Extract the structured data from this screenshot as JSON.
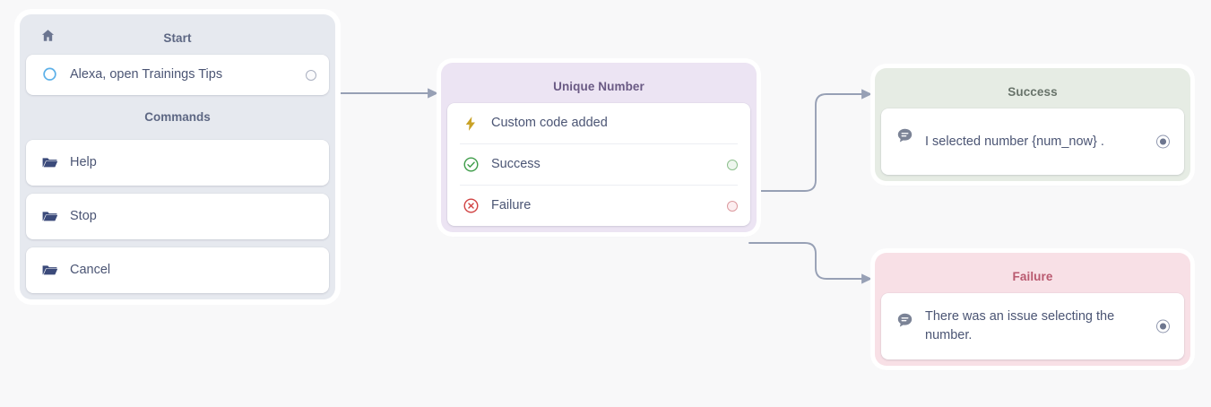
{
  "canvas": {
    "background_color": "#f8f8f9",
    "edge_color": "#97a0b5"
  },
  "nodes": [
    {
      "id": "start",
      "title": "Start",
      "accent_color": "#e6e9ef",
      "title_color": "#5d6783",
      "header_icon": "home-icon",
      "trigger": {
        "label": "Alexa, open Trainings Tips",
        "icon": "alexa-ring-icon",
        "port": "source-port"
      },
      "commands_heading": "Commands",
      "commands": [
        {
          "label": "Help",
          "icon": "folder-icon"
        },
        {
          "label": "Stop",
          "icon": "folder-icon"
        },
        {
          "label": "Cancel",
          "icon": "folder-icon"
        }
      ]
    },
    {
      "id": "unique-number",
      "title": "Unique Number",
      "accent_color": "#ece4f3",
      "title_color": "#6a5a84",
      "rows": [
        {
          "label": "Custom code added",
          "icon": "lightning-bolt-icon",
          "port": null
        },
        {
          "label": "Success",
          "icon": "check-circle-icon",
          "port": "green"
        },
        {
          "label": "Failure",
          "icon": "x-circle-icon",
          "port": "red"
        }
      ]
    },
    {
      "id": "success",
      "title": "Success",
      "accent_color": "#e6ece4",
      "title_color": "#68736a",
      "message": {
        "text": "I selected number {num_now} .",
        "icon": "speech-bubble-icon",
        "port": "target-port"
      }
    },
    {
      "id": "failure",
      "title": "Failure",
      "accent_color": "#f8e0e6",
      "title_color": "#b9596f",
      "message": {
        "text": "There was an issue selecting the number.",
        "icon": "speech-bubble-icon",
        "port": "target-port"
      }
    }
  ],
  "edges": [
    {
      "from": "start.trigger",
      "to": "unique-number"
    },
    {
      "from": "unique-number.success",
      "to": "success"
    },
    {
      "from": "unique-number.failure",
      "to": "failure"
    }
  ]
}
